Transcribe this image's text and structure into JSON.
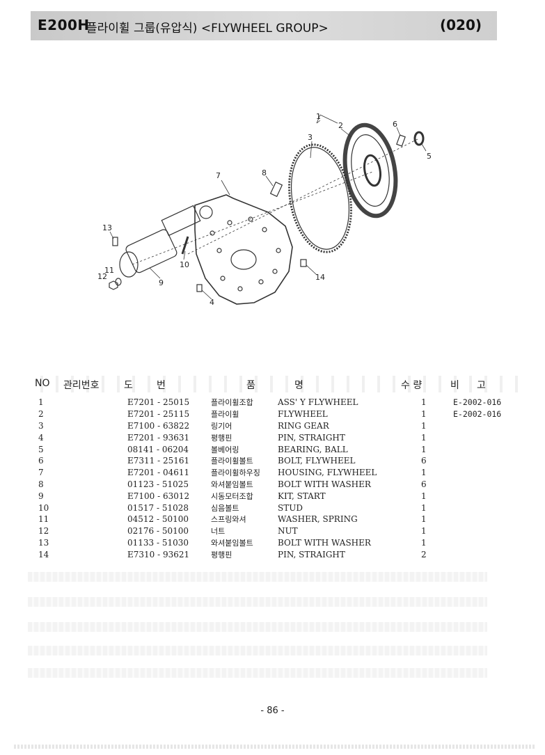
{
  "header": {
    "model": "E200H",
    "title": "플라이휠 그룹(유압식) <FLYWHEEL GROUP>",
    "code": "(020)"
  },
  "diagram": {
    "callouts": [
      "1",
      "2",
      "3",
      "4",
      "5",
      "6",
      "7",
      "8",
      "9",
      "10",
      "11",
      "12",
      "13",
      "14"
    ]
  },
  "columns": {
    "no": "NO",
    "mgmt": "관리번호",
    "do": "도",
    "bun": "번",
    "pum": "품",
    "myeong": "명",
    "qty": "수 량",
    "bi": "비",
    "go": "고"
  },
  "rows": [
    {
      "no": "1",
      "part": "E7201 - 25015",
      "name_ko": "플라이휠조합",
      "name_en": "ASS' Y FLYWHEEL",
      "qty": "1",
      "remark": "E-2002-016"
    },
    {
      "no": "2",
      "part": "E7201 - 25115",
      "name_ko": "플라이휠",
      "name_en": "FLYWHEEL",
      "qty": "1",
      "remark": "E-2002-016"
    },
    {
      "no": "3",
      "part": "E7100 - 63822",
      "name_ko": "링기어",
      "name_en": "RING GEAR",
      "qty": "1",
      "remark": ""
    },
    {
      "no": "4",
      "part": "E7201 - 93631",
      "name_ko": "평행핀",
      "name_en": "PIN, STRAIGHT",
      "qty": "1",
      "remark": ""
    },
    {
      "no": "5",
      "part": "08141 - 06204",
      "name_ko": "볼베어링",
      "name_en": "BEARING, BALL",
      "qty": "1",
      "remark": ""
    },
    {
      "no": "6",
      "part": "E7311 - 25161",
      "name_ko": "플라이휠볼트",
      "name_en": "BOLT, FLYWHEEL",
      "qty": "6",
      "remark": ""
    },
    {
      "no": "7",
      "part": "E7201 - 04611",
      "name_ko": "플라이휠하우징",
      "name_en": "HOUSING, FLYWHEEL",
      "qty": "1",
      "remark": ""
    },
    {
      "no": "8",
      "part": "01123 - 51025",
      "name_ko": "와셔붙임볼트",
      "name_en": "BOLT WITH WASHER",
      "qty": "6",
      "remark": ""
    },
    {
      "no": "9",
      "part": "E7100 - 63012",
      "name_ko": "시동모터조합",
      "name_en": "KIT, START",
      "qty": "1",
      "remark": ""
    },
    {
      "no": "10",
      "part": "01517 - 51028",
      "name_ko": "심음볼트",
      "name_en": "STUD",
      "qty": "1",
      "remark": ""
    },
    {
      "no": "11",
      "part": "04512 - 50100",
      "name_ko": "스프링와셔",
      "name_en": "WASHER, SPRING",
      "qty": "1",
      "remark": ""
    },
    {
      "no": "12",
      "part": "02176 - 50100",
      "name_ko": "너트",
      "name_en": "NUT",
      "qty": "1",
      "remark": ""
    },
    {
      "no": "13",
      "part": "01133 - 51030",
      "name_ko": "와셔붙임볼트",
      "name_en": "BOLT WITH WASHER",
      "qty": "1",
      "remark": ""
    },
    {
      "no": "14",
      "part": "E7310 - 93621",
      "name_ko": "평행핀",
      "name_en": "PIN, STRAIGHT",
      "qty": "2",
      "remark": ""
    }
  ],
  "footer": {
    "page": "- 86 -"
  }
}
